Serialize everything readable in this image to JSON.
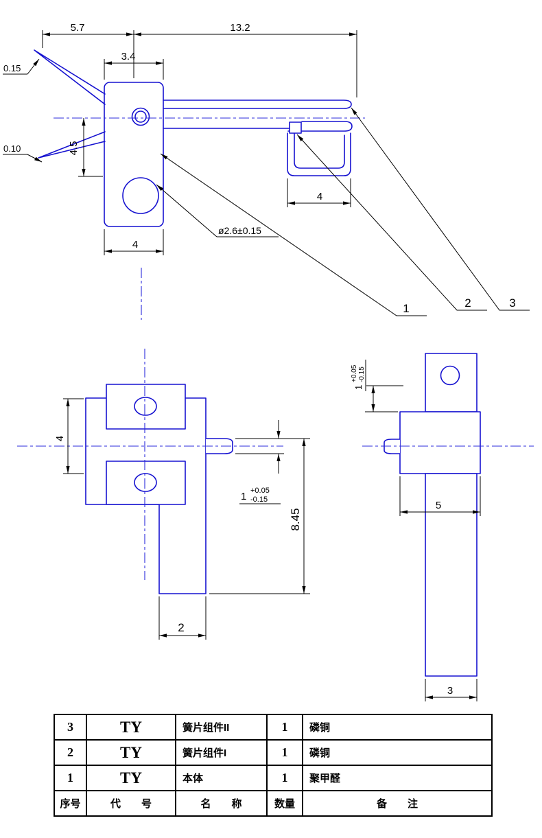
{
  "colors": {
    "part_line_blue": "#1612d0",
    "center_line_blue": "#2b2bdb",
    "dimension_black": "#000000",
    "background": "#ffffff"
  },
  "top_view": {
    "dim_5_7": "5.7",
    "dim_13_2": "13.2",
    "dim_3_4": "3.4",
    "dim_0_15": "0.15",
    "dim_0_10": "0.10",
    "dim_4_5": "4.5",
    "dim_4_body": "4",
    "dim_4_hook": "4",
    "dim_dia": "ø2.6±0.15",
    "callout_1": "1",
    "callout_2": "2",
    "callout_3": "3"
  },
  "front_view": {
    "dim_4": "4",
    "dim_8_45": "8.45",
    "dim_2": "2",
    "tol_base": "1",
    "tol_plus": "+0.05",
    "tol_minus": "-0.15"
  },
  "side_view": {
    "tol_base": "1",
    "tol_plus": "+0.05",
    "tol_minus": "-0.15",
    "dim_5": "5",
    "dim_3": "3"
  },
  "table": {
    "header": {
      "no": "序号",
      "code": "代　　号",
      "name": "名　　称",
      "qty": "数量",
      "remark": "备　　注"
    },
    "rows": [
      {
        "no": "3",
        "code": "TY",
        "name": "簧片组件II",
        "qty": "1",
        "remark": "磷铜"
      },
      {
        "no": "2",
        "code": "TY",
        "name": "簧片组件I",
        "qty": "1",
        "remark": "磷铜"
      },
      {
        "no": "1",
        "code": "TY",
        "name": "本体",
        "qty": "1",
        "remark": "聚甲醛"
      }
    ]
  }
}
